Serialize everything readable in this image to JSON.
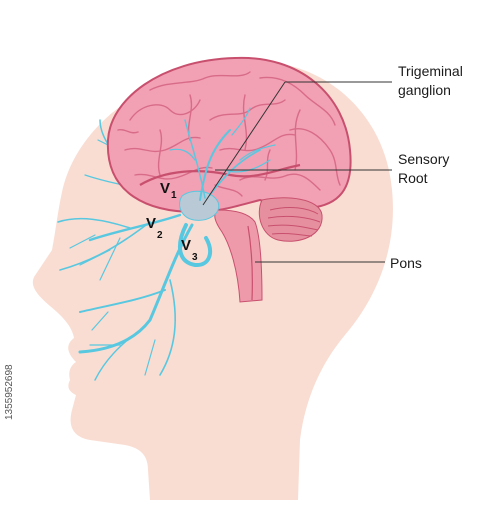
{
  "colors": {
    "skin": "#f9ddd2",
    "brain": "#f2a0b4",
    "brain_dark": "#c8506e",
    "brain_line": "#d86c88",
    "nerve": "#58c8e0",
    "ganglion": "#b9c9d6",
    "cerebellum": "#e6909f",
    "stem": "#ee9aab",
    "leader": "#333333"
  },
  "labels": {
    "trigeminal_line1": "Trigeminal",
    "trigeminal_line2": "ganglion",
    "sensory_line1": "Sensory",
    "sensory_line2": "Root",
    "pons": "Pons"
  },
  "branches": {
    "v1": {
      "symbol": "V",
      "sub": "1"
    },
    "v2": {
      "symbol": "V",
      "sub": "2"
    },
    "v3": {
      "symbol": "V",
      "sub": "3"
    }
  },
  "stock_id": "1355952698"
}
